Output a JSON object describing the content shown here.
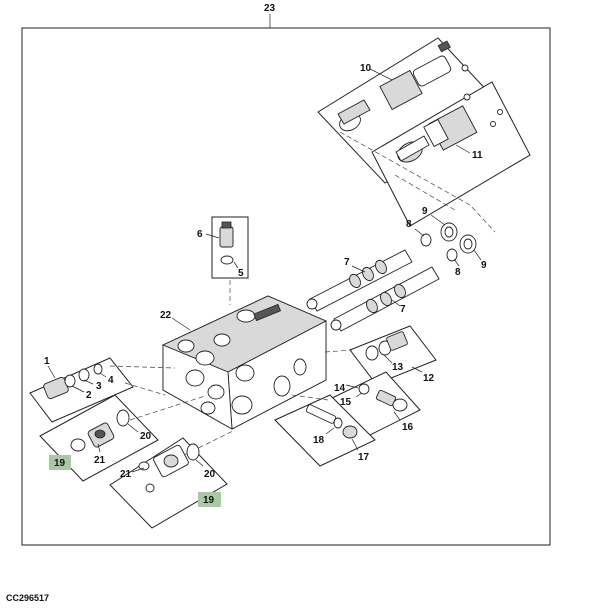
{
  "figure_id": "CC296517",
  "colors": {
    "badge_fill": "#a9c9a4",
    "line": "#222222",
    "background": "#ffffff"
  },
  "callouts": {
    "c23": "23",
    "c10": "10",
    "c11": "11",
    "c9a": "9",
    "c9b": "9",
    "c8a": "8",
    "c8b": "8",
    "c7a": "7",
    "c7b": "7",
    "c6": "6",
    "c5": "5",
    "c22": "22",
    "c1": "1",
    "c4": "4",
    "c3": "3",
    "c2": "2",
    "c20a": "20",
    "c20b": "20",
    "c21a": "21",
    "c21b": "21",
    "c19a": "19",
    "c19b": "19",
    "c13": "13",
    "c12": "12",
    "c14": "14",
    "c15": "15",
    "c16": "16",
    "c18": "18",
    "c17": "17"
  }
}
